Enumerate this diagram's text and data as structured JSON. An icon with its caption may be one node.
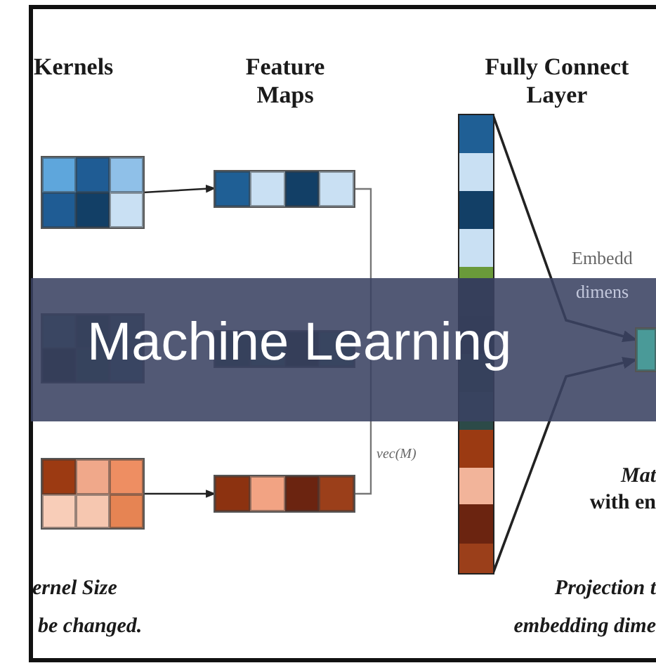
{
  "diagram": {
    "title": "Machine Learning",
    "nodes": [
      {
        "text": [],
        "shape": "box"
      },
      {
        "text": [],
        "shape": "box"
      },
      {
        "text": [],
        "shape": "box"
      },
      {
        "text": [],
        "shape": "box"
      },
      {
        "text": [],
        "shape": "box"
      },
      {
        "text": [],
        "shape": "box"
      },
      {
        "text": [],
        "shape": "bar"
      },
      {
        "text": [],
        "shape": "box"
      }
    ],
    "edges": [
      {
        "from": 0,
        "to": 1,
        "arrow": "to"
      },
      {
        "from": 4,
        "to": 5,
        "arrow": "to"
      },
      {
        "from": 1,
        "to": 5,
        "arrow": "none"
      },
      {
        "from": 6,
        "to": 7,
        "arrow": "to"
      },
      {
        "from": 6,
        "to": 7,
        "arrow": "to"
      }
    ],
    "labels": [
      "Kernels",
      "Feature Maps",
      "Fully Connect Layer",
      "Embedd",
      "dimens",
      "vec(M)",
      "Mat",
      "with en",
      "ernel Size",
      "be changed.",
      "Projection t",
      "embedding dime"
    ]
  }
}
